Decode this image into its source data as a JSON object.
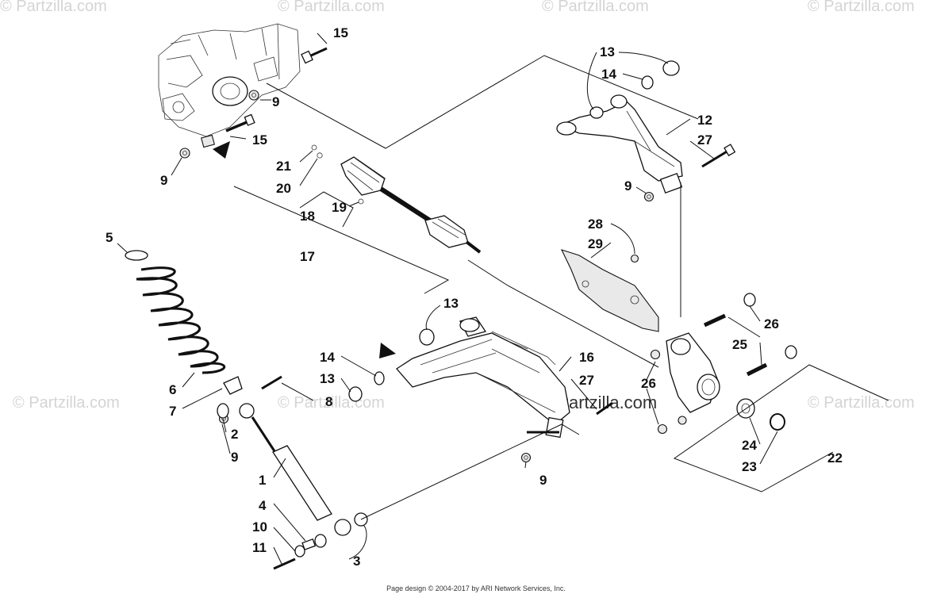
{
  "watermark": {
    "text": "© Partzilla.com",
    "center_text": "© Partzilla.com"
  },
  "footer": {
    "copyright": "Page design © 2004-2017 by ARI Network Services, Inc."
  },
  "callouts": {
    "c1": "1",
    "c2": "2",
    "c3": "3",
    "c4": "4",
    "c5": "5",
    "c6": "6",
    "c7": "7",
    "c8": "8",
    "c9a": "9",
    "c9b": "9",
    "c9c": "9",
    "c9d": "9",
    "c9e": "9",
    "c10": "10",
    "c11": "11",
    "c12": "12",
    "c13a": "13",
    "c13b": "13",
    "c13c": "13",
    "c14a": "14",
    "c14b": "14",
    "c15a": "15",
    "c15b": "15",
    "c16": "16",
    "c17": "17",
    "c18": "18",
    "c19": "19",
    "c20": "20",
    "c21": "21",
    "c22": "22",
    "c23": "23",
    "c24": "24",
    "c25": "25",
    "c26a": "26",
    "c26b": "26",
    "c27a": "27",
    "c27b": "27",
    "c28": "28",
    "c29": "29"
  }
}
